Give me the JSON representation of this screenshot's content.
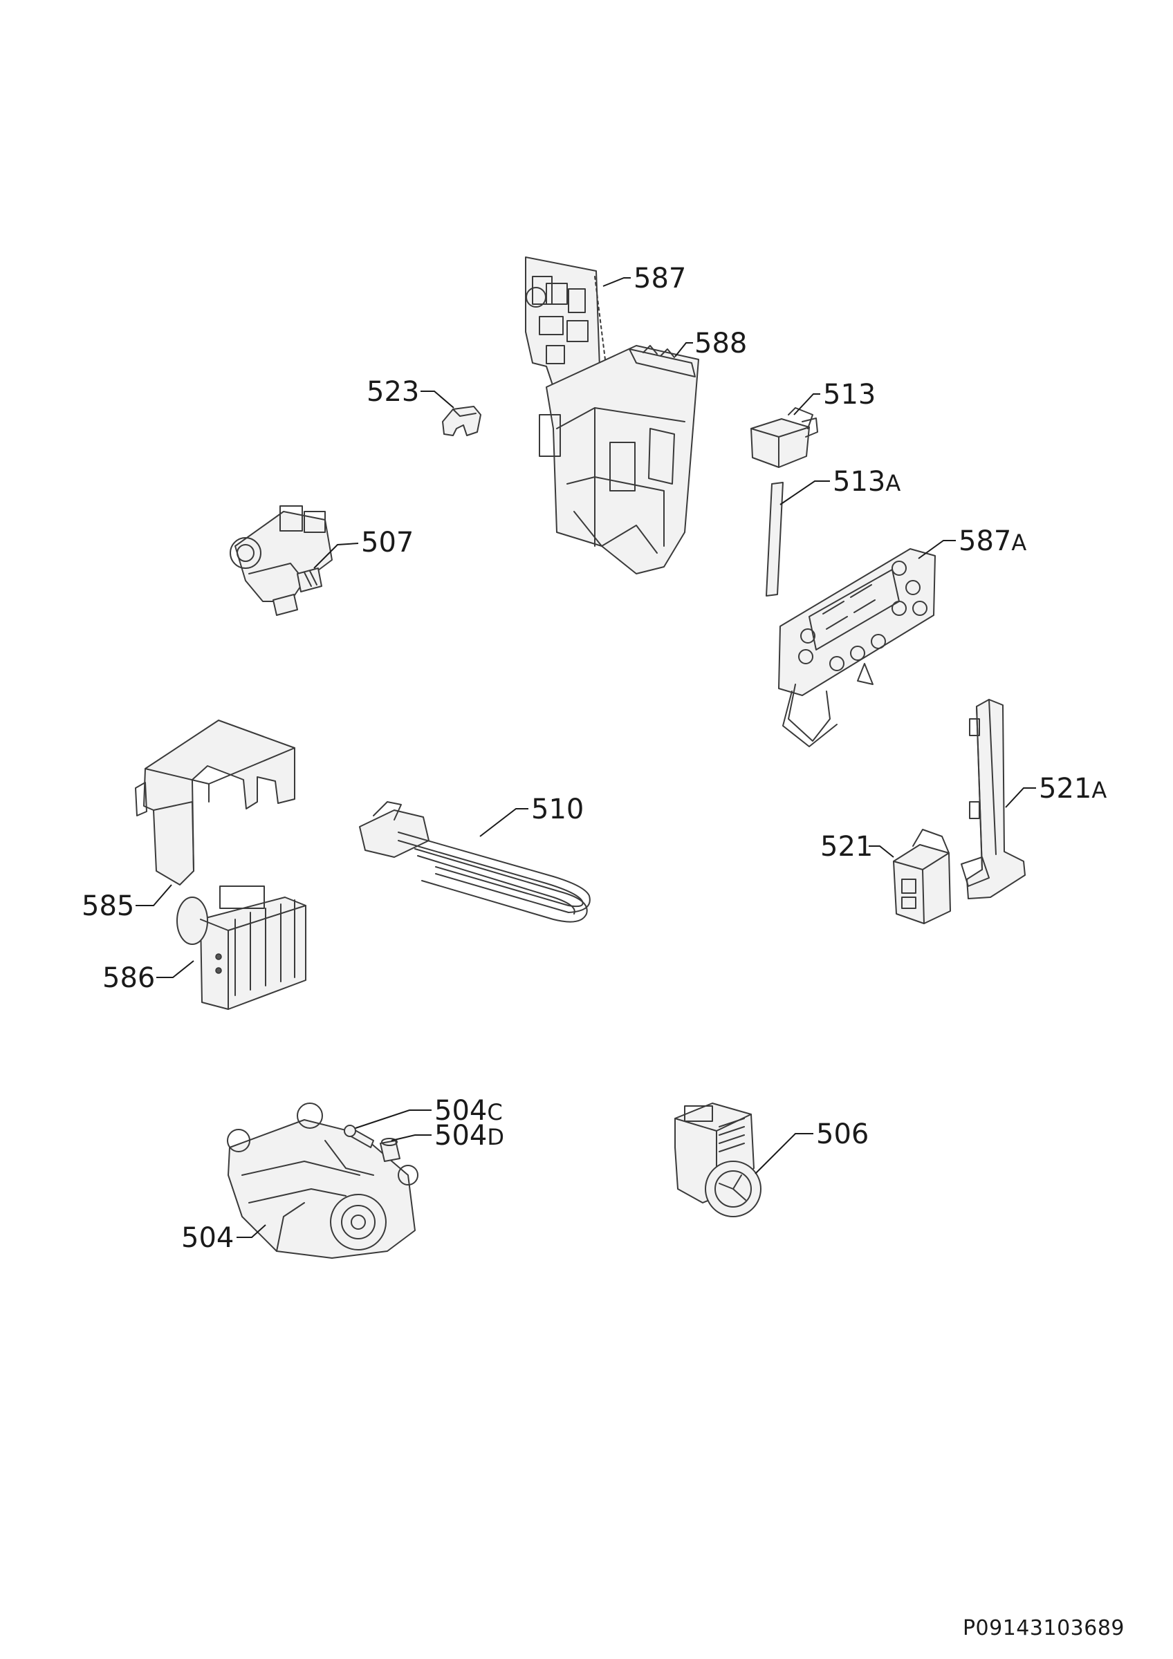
{
  "labels": {
    "p587": "587",
    "p588": "588",
    "p523": "523",
    "p513": "513",
    "p513a_num": "513",
    "p513a_suf": "A",
    "p507": "507",
    "p587a_num": "587",
    "p587a_suf": "A",
    "p510": "510",
    "p521a_num": "521",
    "p521a_suf": "A",
    "p521": "521",
    "p585": "585",
    "p586": "586",
    "p504c_num": "504",
    "p504c_suf": "C",
    "p504d_num": "504",
    "p504d_suf": "D",
    "p506": "506",
    "p504": "504"
  },
  "document_code": "P09143103689"
}
